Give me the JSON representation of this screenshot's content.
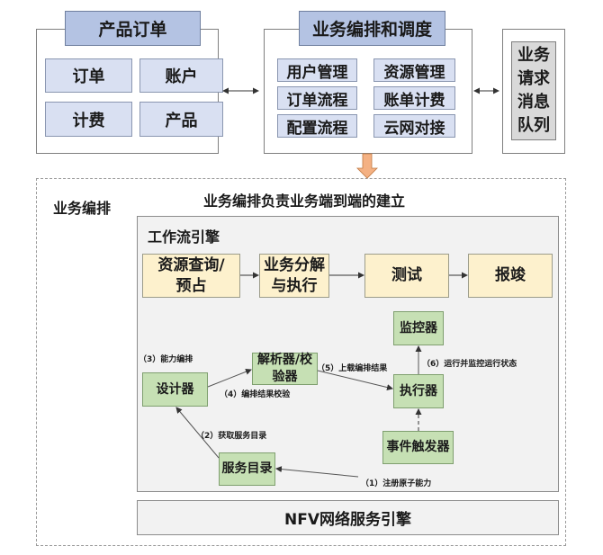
{
  "product_order": {
    "title": "产品订单",
    "cells": [
      "订单",
      "账户",
      "计费",
      "产品"
    ]
  },
  "orchestration_scheduling": {
    "title": "业务编排和调度",
    "cells": [
      "用户管理",
      "资源管理",
      "订单流程",
      "账单计费",
      "配置流程",
      "云网对接"
    ]
  },
  "message_queue": {
    "label_lines": [
      "业务",
      "请求",
      "消息",
      "队列"
    ]
  },
  "business_orchestration": {
    "section_label": "业务编排",
    "heading": "业务编排负责业务端到端的建立",
    "workflow_engine": {
      "title": "工作流引擎",
      "steps": [
        {
          "line1": "资源查询/",
          "line2": "预占"
        },
        {
          "line1": "业务分解",
          "line2": "与执行"
        },
        {
          "line1": "测试",
          "line2": ""
        },
        {
          "line1": "报竣",
          "line2": ""
        }
      ],
      "components": {
        "designer": "设计器",
        "parser_validator_line1": "解析器/校",
        "parser_validator_line2": "验器",
        "monitor": "监控器",
        "executor": "执行器",
        "event_trigger": "事件触发器",
        "service_catalog": "服务目录"
      },
      "edges": {
        "e1": "（1）注册原子能力",
        "e2": "（2）获取服务目录",
        "e3": "（3）能力编排",
        "e4": "（4）编排结果校验",
        "e5": "（5）上载编排结果",
        "e6": "（6）运行并监控运行状态"
      }
    },
    "nfv_engine": "NFV网络服务引擎"
  },
  "colors": {
    "title_blue": "#b4c3e3",
    "cell_blue": "#d9e0f2",
    "queue_gray": "#d9d9d9",
    "step_yellow": "#fdf1cd",
    "component_green": "#c6e0b4",
    "engine_gray": "#f2f2f2",
    "arrow_orange": "#f4b183"
  }
}
